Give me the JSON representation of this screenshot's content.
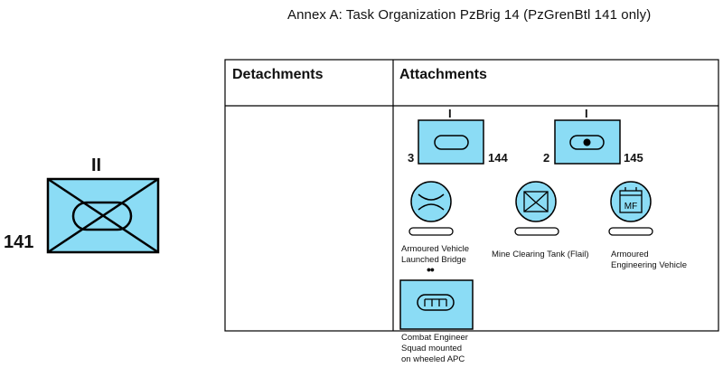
{
  "title": "Annex A: Task Organization PzBrig 14 (PzGrenBtl 141 only)",
  "main_unit": {
    "echelon": "II",
    "designation": "141"
  },
  "table": {
    "headers": {
      "left": "Detachments",
      "right": "Attachments"
    }
  },
  "attachments": {
    "unit_a": {
      "echelon": "I",
      "left_number": "3",
      "right_number": "144"
    },
    "unit_b": {
      "echelon": "I",
      "left_number": "2",
      "right_number": "145"
    },
    "bridge": {
      "label_line1": "Armoured Vehicle",
      "label_line2": "Launched Bridge"
    },
    "mine_clearing": {
      "label": "Mine Clearing Tank (Flail)"
    },
    "engineering": {
      "label_line1": "Armoured",
      "label_line2": "Engineering Vehicle",
      "symbol_text": "MF"
    },
    "engineer_squad": {
      "echelon": "••",
      "label_line1": "Combat Engineer",
      "label_line2": "Squad mounted",
      "label_line3": "on wheeled APC"
    }
  },
  "colors": {
    "fill": "#8bdcf5",
    "stroke": "#000000"
  }
}
